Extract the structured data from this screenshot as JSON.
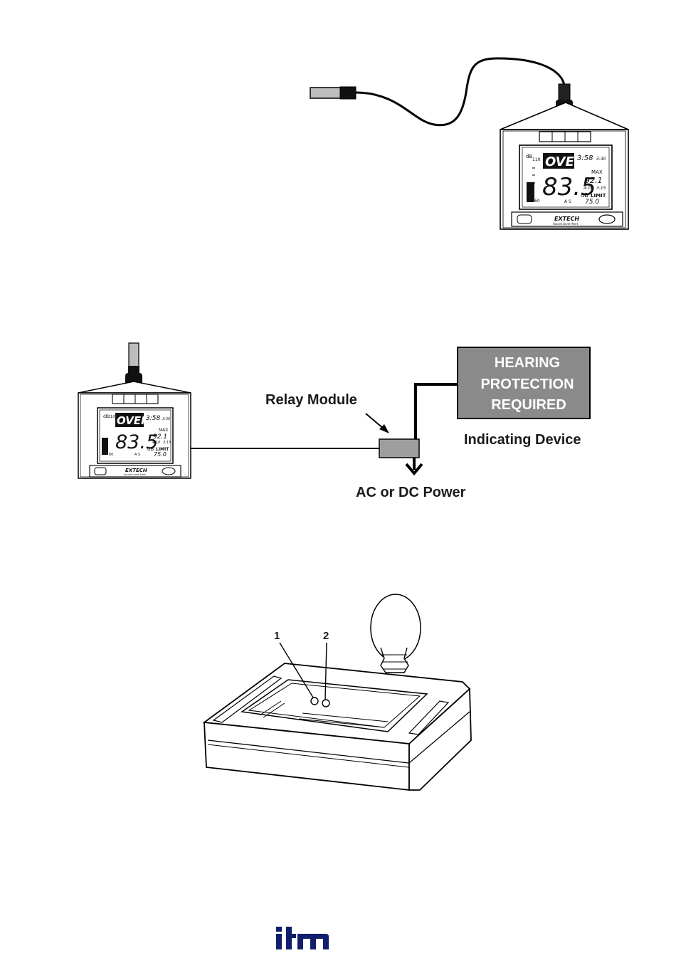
{
  "meter": {
    "over_text": "OVER",
    "reading": "83.5",
    "unit": "dB",
    "max_label": "MAX",
    "max_value": "92.1",
    "max_unit": "dB",
    "limit_label": "LIMIT",
    "limit_value": "75.0",
    "limit_unit": "dB",
    "time_1": "3:58",
    "time_1_small": "3:30",
    "time_2": "4:10",
    "time_2_small": "3:15",
    "scale_top": "dB",
    "scale_top_value": "110",
    "scale_bottom": "60",
    "weighting": "A   S",
    "brand": "EXTECH",
    "model_line": "Sound Level Alert"
  },
  "wiring": {
    "relay_label": "Relay Module",
    "power_label": "AC or DC Power",
    "sign_lines": [
      "HEARING",
      "PROTECTION",
      "REQUIRED"
    ],
    "device_label": "Indicating Device"
  },
  "back_view": {
    "callouts": [
      "1",
      "2"
    ]
  },
  "footer": {
    "logo_text": "itm"
  }
}
